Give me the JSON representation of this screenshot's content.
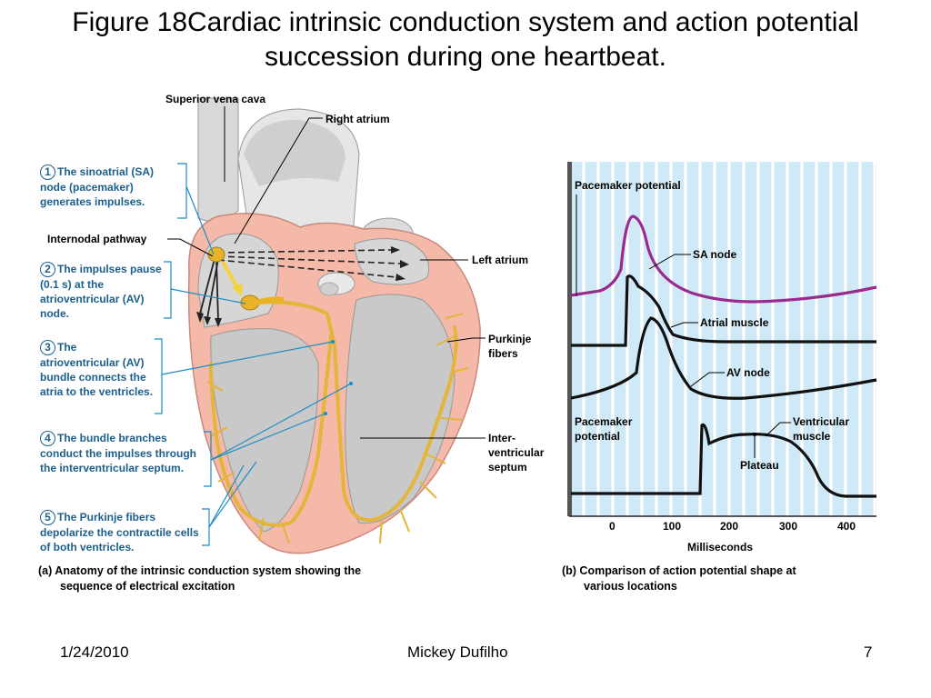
{
  "title": "Figure 18Cardiac intrinsic conduction system and action potential succession during one heartbeat.",
  "anatomy": {
    "labels": {
      "svc": "Superior vena cava",
      "right_atrium": "Right atrium",
      "internodal": "Internodal pathway",
      "left_atrium": "Left atrium",
      "purkinje_1": "Purkinje",
      "purkinje_2": "fibers",
      "septum_1": "Inter-",
      "septum_2": "ventricular",
      "septum_3": "septum"
    },
    "steps": [
      {
        "num": "1",
        "pre": "The ",
        "hl": "sinoatrial (SA) node",
        "rest": " (pacemaker) generates impulses."
      },
      {
        "num": "2",
        "pre": "The impulses pause (0.1 s) at the ",
        "hl": "atrioventricular (AV) node.",
        "rest": ""
      },
      {
        "num": "3",
        "pre": "The ",
        "hl": "atrioventricular (AV) bundle",
        "rest": " connects the atria to the ventricles."
      },
      {
        "num": "4",
        "pre": "The ",
        "hl": "bundle branches",
        "rest": " conduct the impulses through the interventricular septum."
      },
      {
        "num": "5",
        "pre": "The ",
        "hl": "Purkinje fibers",
        "rest": " depolarize the contractile cells of both ventricles."
      }
    ],
    "caption_a_1": "(a) Anatomy of the intrinsic conduction system showing the",
    "caption_a_2": "sequence of electrical excitation"
  },
  "graph": {
    "labels": {
      "pacemaker_top": "Pacemaker potential",
      "sa": "SA node",
      "atrial": "Atrial muscle",
      "av": "AV node",
      "pacemaker_bottom_1": "Pacemaker",
      "pacemaker_bottom_2": "potential",
      "vent_1": "Ventricular",
      "vent_2": "muscle",
      "plateau": "Plateau"
    },
    "ticks": [
      "0",
      "100",
      "200",
      "300",
      "400"
    ],
    "xlabel": "Milliseconds",
    "colors": {
      "sa_trace": "#9b2a8e",
      "traces": "#111111",
      "background": "#cfeaf6"
    },
    "caption_b_1": "(b) Comparison of action potential shape at",
    "caption_b_2": "various locations"
  },
  "footer": {
    "date": "1/24/2010",
    "author": "Mickey Dufilho",
    "page": "7"
  }
}
